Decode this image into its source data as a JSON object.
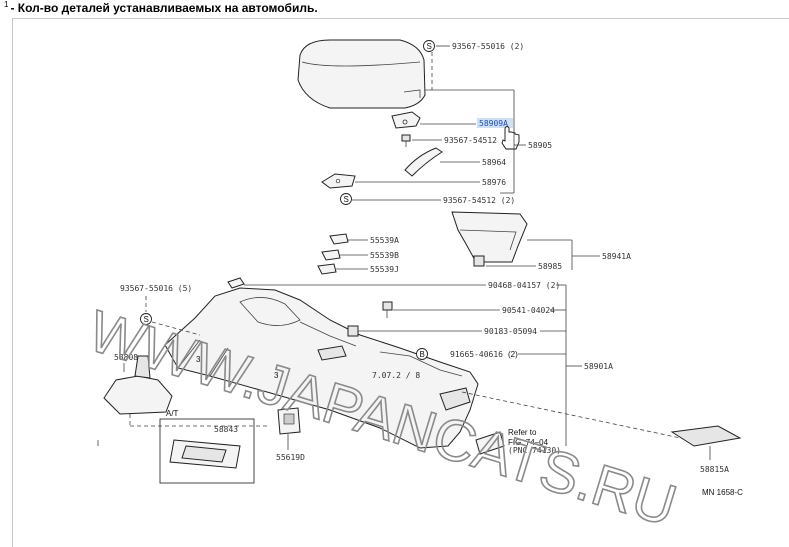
{
  "footnote": {
    "marker": "1",
    "text": "- Кол-во деталей устанавливаемых на автомобиль."
  },
  "parts": {
    "p93567_55016_top": "93567-55016 (2)",
    "p58909A": "58909A",
    "p93567_54512_a": "93567-54512",
    "p58905": "58905",
    "p58964": "58964",
    "p58976": "58976",
    "p93567_54512_b": "93567-54512 (2)",
    "p55539A": "55539A",
    "p55539B": "55539B",
    "p55539J": "55539J",
    "p58941A": "58941A",
    "p58985": "58985",
    "p93567_55016_left": "93567-55016 (5)",
    "p90468": "90468-04157 (2)",
    "p90541": "90541-04024",
    "p90183": "90183-05094",
    "p91665": "91665-40616",
    "p91665_qty": "(2)",
    "p58901A": "58901A",
    "p58808": "58808",
    "p58843": "58843",
    "p55619D": "55619D",
    "p58815A": "58815A"
  },
  "symbols": {
    "s": "S",
    "b": "B"
  },
  "labels": {
    "at": "A/T",
    "refer1": "Refer to",
    "refer2": "FIG. 74–04",
    "refer3": "(PNC 74130)",
    "diagram_code": "MN 1658-C",
    "num3a": "3",
    "num3b": "3",
    "stamp": "7.07.2 / 8"
  },
  "watermark": "WWW.JAPANCATS.RU",
  "icons": {
    "pointer": "hand-pointer-icon"
  }
}
